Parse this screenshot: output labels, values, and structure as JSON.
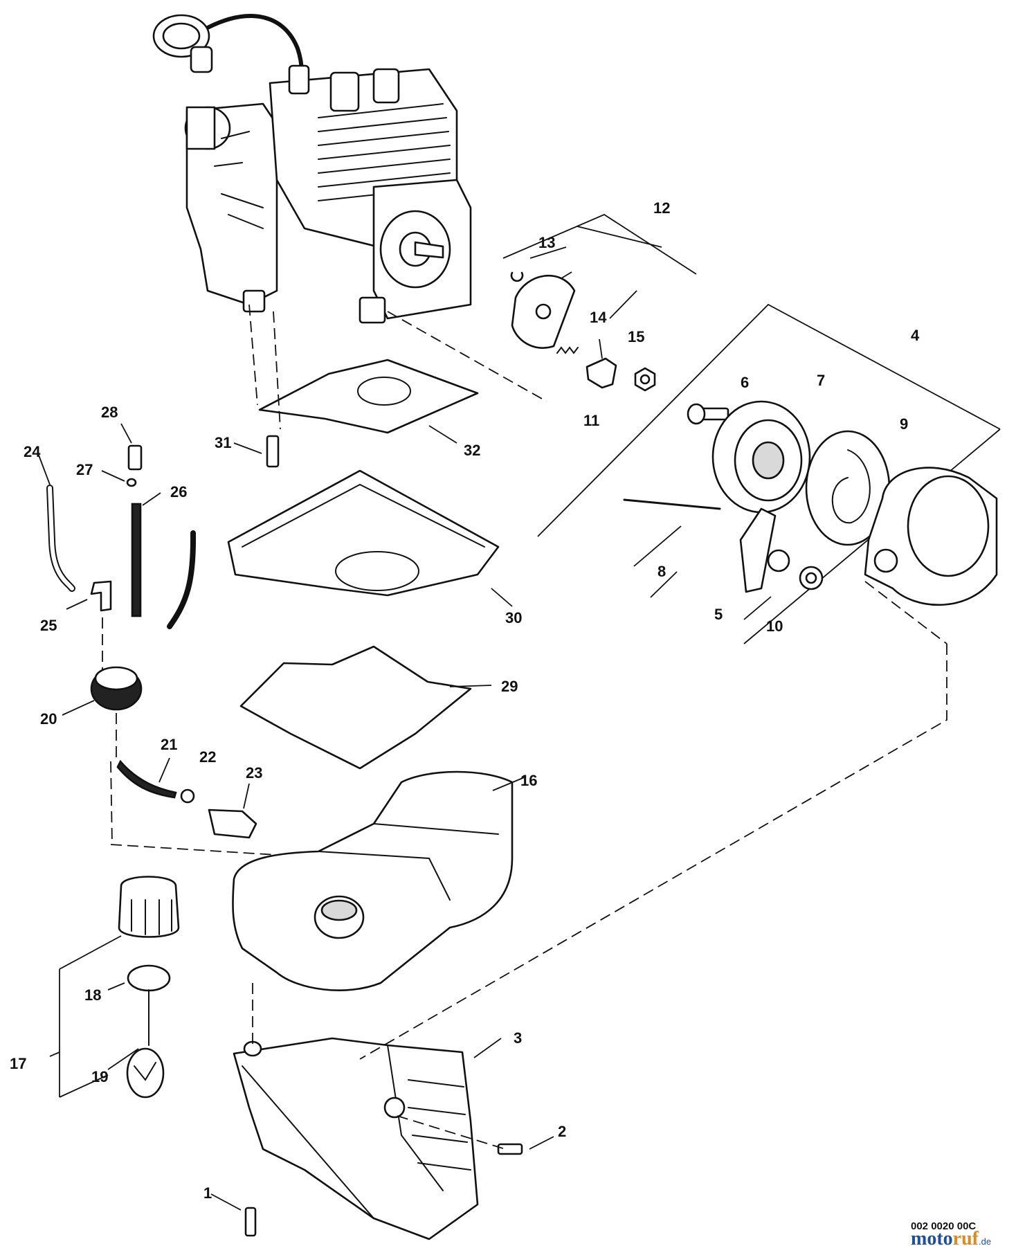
{
  "callouts": {
    "c1": "1",
    "c2": "2",
    "c3": "3",
    "c4": "4",
    "c5": "5",
    "c6": "6",
    "c7": "7",
    "c8": "8",
    "c9": "9",
    "c10": "10",
    "c11": "11",
    "c12": "12",
    "c13": "13",
    "c14": "14",
    "c15": "15",
    "c16": "16",
    "c17": "17",
    "c18": "18",
    "c19": "19",
    "c20": "20",
    "c21": "21",
    "c22": "22",
    "c23": "23",
    "c24": "24",
    "c25": "25",
    "c26": "26",
    "c27": "27",
    "c28": "28",
    "c29": "29",
    "c30": "30",
    "c31": "31",
    "c32": "32"
  },
  "drawing_code": "002 0020 00C",
  "watermark": {
    "part1": "moto",
    "part2": "ruf",
    "suffix": ".de"
  },
  "colors": {
    "line": "#111111",
    "watermark_blue": "#1f4e9c",
    "watermark_orange": "#e08a1e"
  }
}
